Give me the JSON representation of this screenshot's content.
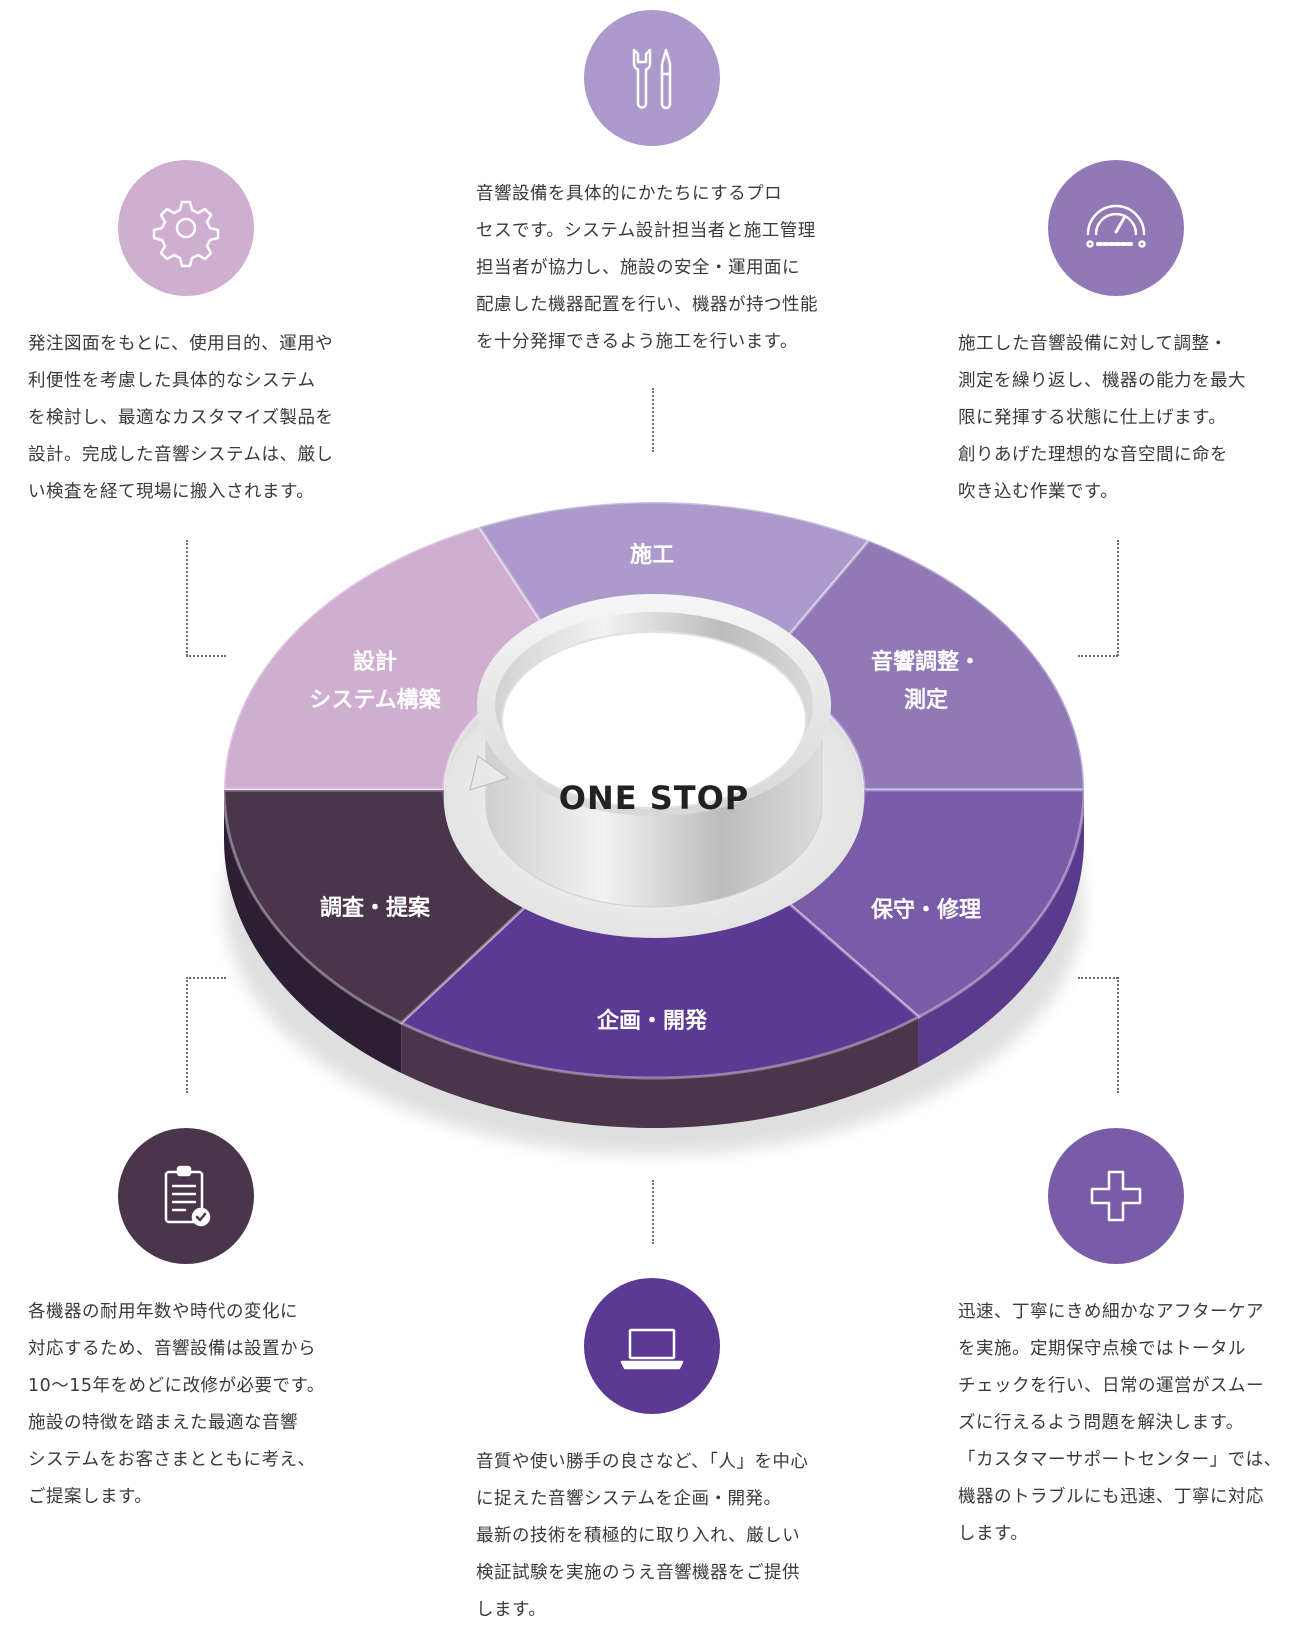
{
  "center": {
    "label": "ONE STOP"
  },
  "segments": [
    {
      "id": "design",
      "label": "設計\nシステム構築",
      "color": "#d0aed1"
    },
    {
      "id": "construction",
      "label": "施工",
      "color": "#ab9acb"
    },
    {
      "id": "tuning",
      "label": "音響調整・\n測定",
      "color": "#9179b8"
    },
    {
      "id": "maintenance",
      "label": "保守・修理",
      "color": "#7a5ba7"
    },
    {
      "id": "development",
      "label": "企画・開発",
      "color": "#5c3992"
    },
    {
      "id": "survey",
      "label": "調査・提案",
      "color": "#4a354b"
    }
  ],
  "cards": {
    "design": {
      "icon": "gear-icon",
      "icon_color": "#d0aed1",
      "text": "発注図面をもとに、使用目的、運用や\n利便性を考慮した具体的なシステム\nを検討し、最適なカスタマイズ製品を\n設計。完成した音響システムは、厳し\nい検査を経て現場に搬入されます。"
    },
    "construction": {
      "icon": "tools-icon",
      "icon_color": "#ab9acb",
      "text": "音響設備を具体的にかたちにするプロ\nセスです。システム設計担当者と施工管理\n担当者が協力し、施設の安全・運用面に\n配慮した機器配置を行い、機器が持つ性能\nを十分発揮できるよう施工を行います。"
    },
    "tuning": {
      "icon": "meter-icon",
      "icon_color": "#9179b8",
      "text": "施工した音響設備に対して調整・\n測定を繰り返し、機器の能力を最大\n限に発揮する状態に仕上げます。\n創りあげた理想的な音空間に命を\n吹き込む作業です。"
    },
    "survey": {
      "icon": "clipboard-check-icon",
      "icon_color": "#4a354b",
      "text": "各機器の耐用年数や時代の変化に\n対応するため、音響設備は設置から\n10〜15年をめどに改修が必要です。\n施設の特徴を踏まえた最適な音響\nシステムをお客さまとともに考え、\nご提案します。"
    },
    "development": {
      "icon": "laptop-icon",
      "icon_color": "#5c3992",
      "text": "音質や使い勝手の良さなど、「人」を中心\nに捉えた音響システムを企画・開発。\n最新の技術を積極的に取り入れ、厳しい\n検証試験を実施のうえ音響機器をご提供\nします。"
    },
    "maintenance": {
      "icon": "plus-cross-icon",
      "icon_color": "#7a5ba7",
      "text": "迅速、丁寧にきめ細かなアフターケア\nを実施。定期保守点検ではトータル\nチェックを行い、日常の運営がスムー\nズに行えるよう問題を解決します。\n「カスタマーサポートセンター」では、\n機器のトラブルにも迅速、丁寧に対応\nします。"
    }
  }
}
